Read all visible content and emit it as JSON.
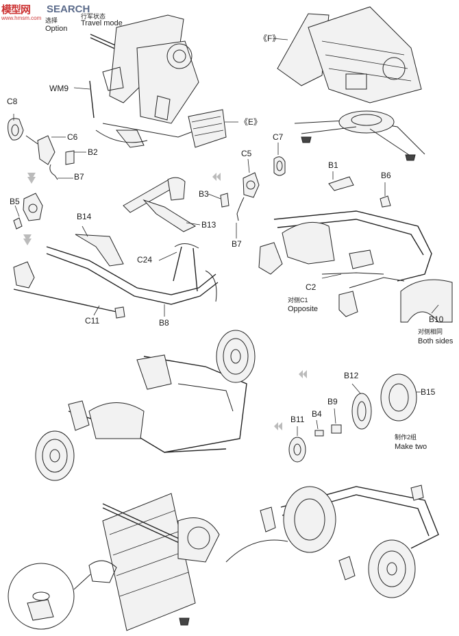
{
  "watermark": {
    "logo": "模型网",
    "site": "www.hmsm.com",
    "search": "SEARCH"
  },
  "header": {
    "option_cn": "选择",
    "option_en": "Option",
    "travel_cn": "行军状态",
    "travel_en": "Travel mode"
  },
  "labels": {
    "wm9": "WM9",
    "f": "《F》",
    "e": "《E》",
    "c8": "C8",
    "c6": "C6",
    "b2": "B2",
    "b7a": "B7",
    "b5": "B5",
    "c5": "C5",
    "c7": "C7",
    "b3": "B3",
    "b7b": "B7",
    "b1": "B1",
    "b6": "B6",
    "b14": "B14",
    "b13": "B13",
    "c24": "C24",
    "c11": "C11",
    "b8": "B8",
    "c2": "C2",
    "opposite_cn": "对侧C1",
    "opposite_en": "Opposite",
    "b10": "B10",
    "both_cn": "对侧相同",
    "both_en": "Both sides",
    "b12": "B12",
    "b15": "B15",
    "b9": "B9",
    "b4": "B4",
    "b11": "B11",
    "make_cn": "制作2组",
    "make_en": "Make two"
  },
  "colors": {
    "ink": "#1a1a1a",
    "paper": "#ffffff",
    "watermark": "#cc3333"
  }
}
